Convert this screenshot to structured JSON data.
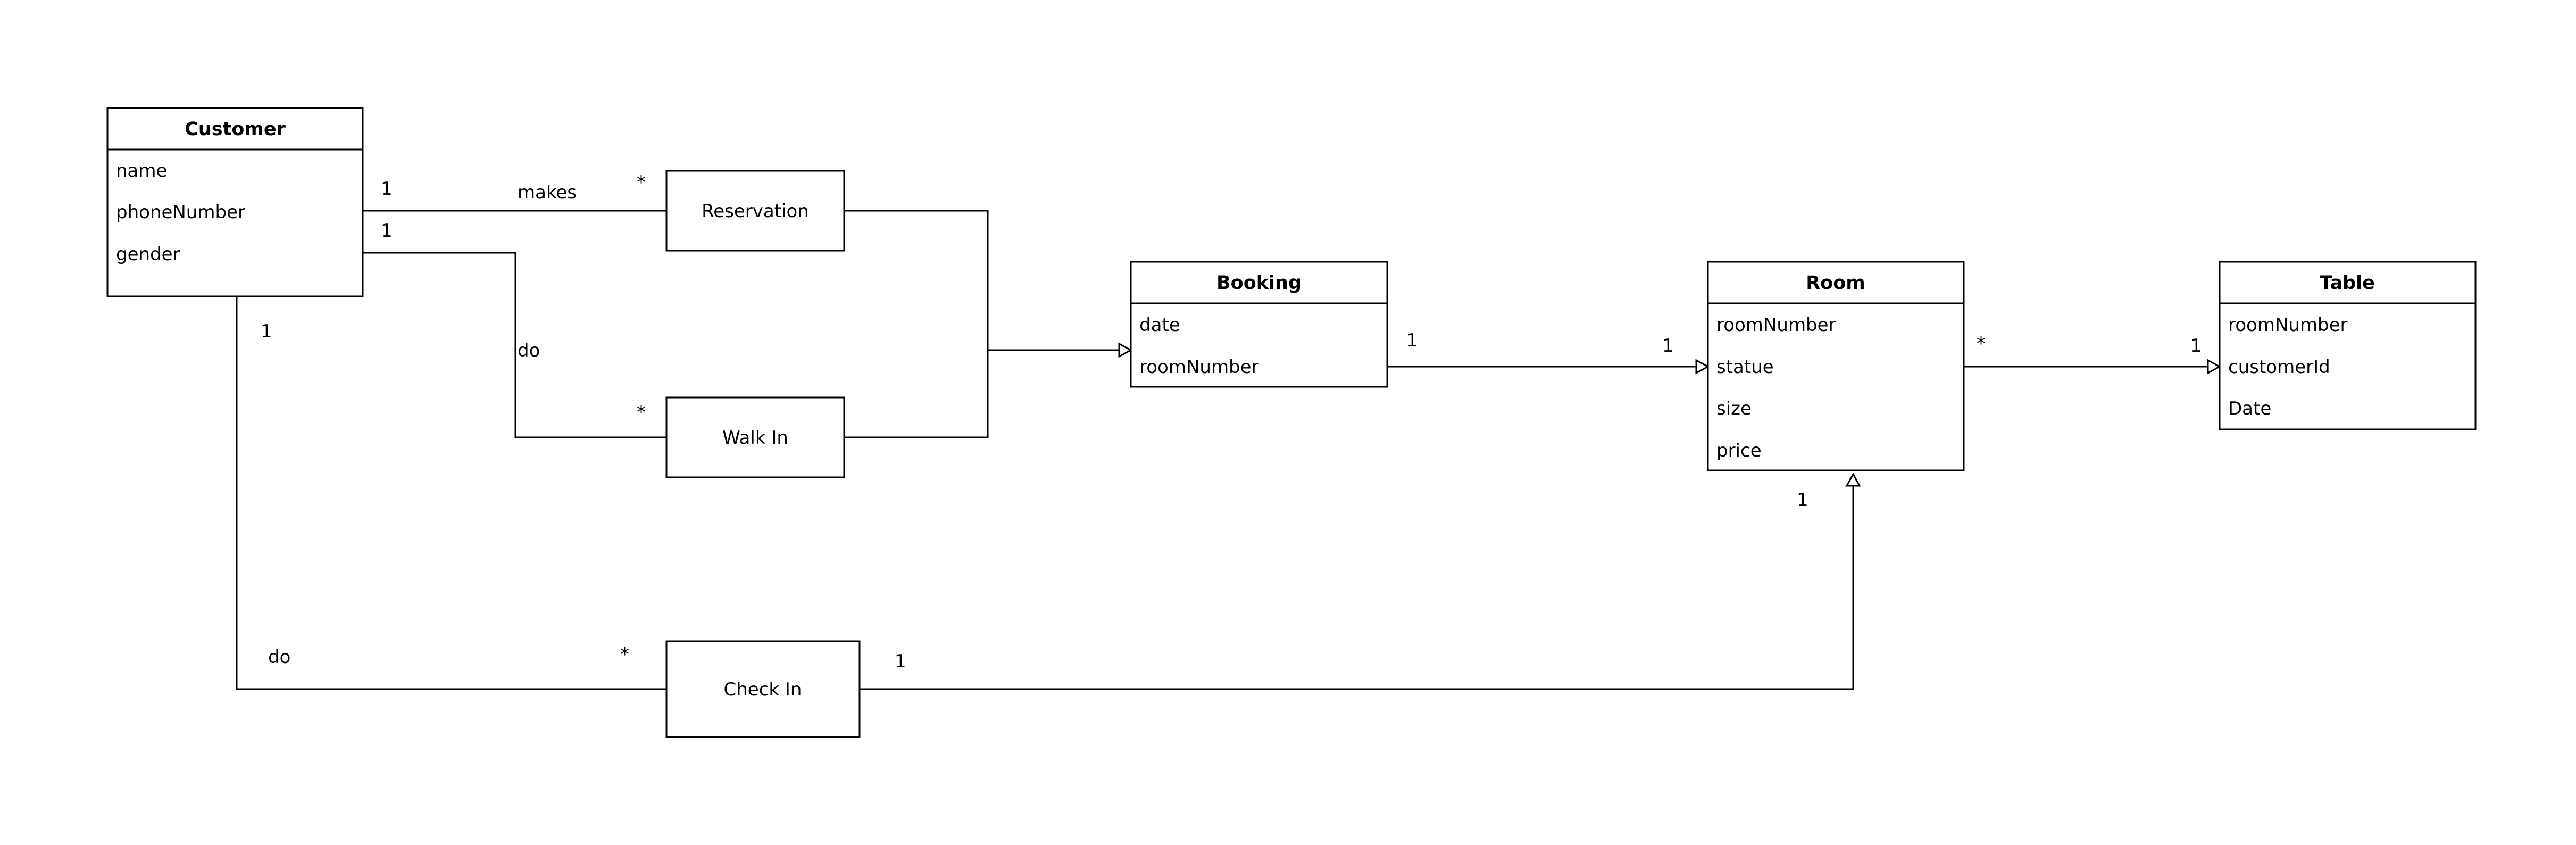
{
  "classes": {
    "customer": {
      "title": "Customer",
      "attributes": [
        "name",
        "phoneNumber",
        "gender"
      ]
    },
    "booking": {
      "title": "Booking",
      "attributes": [
        "date",
        "roomNumber"
      ]
    },
    "room": {
      "title": "Room",
      "attributes": [
        "roomNumber",
        "statue",
        "size",
        "price"
      ]
    },
    "table": {
      "title": "Table",
      "attributes": [
        "roomNumber",
        "customerId",
        "Date"
      ]
    }
  },
  "boxes": {
    "reservation": "Reservation",
    "walk_in": "Walk In",
    "check_in": "Check In"
  },
  "associations": {
    "makes": "makes",
    "do_walk_in": "do",
    "do_check_in": "do"
  },
  "multiplicities": {
    "customer_reservation_source": "1",
    "customer_reservation_target": "*",
    "customer_walkin_source": "1",
    "customer_walkin_target": "*",
    "customer_checkin_source": "1",
    "customer_checkin_target": "*",
    "booking_room_source": "1",
    "booking_room_target": "1",
    "room_table_source": "*",
    "room_table_target": "1",
    "checkin_room_source": "1",
    "checkin_room_target": "1"
  }
}
